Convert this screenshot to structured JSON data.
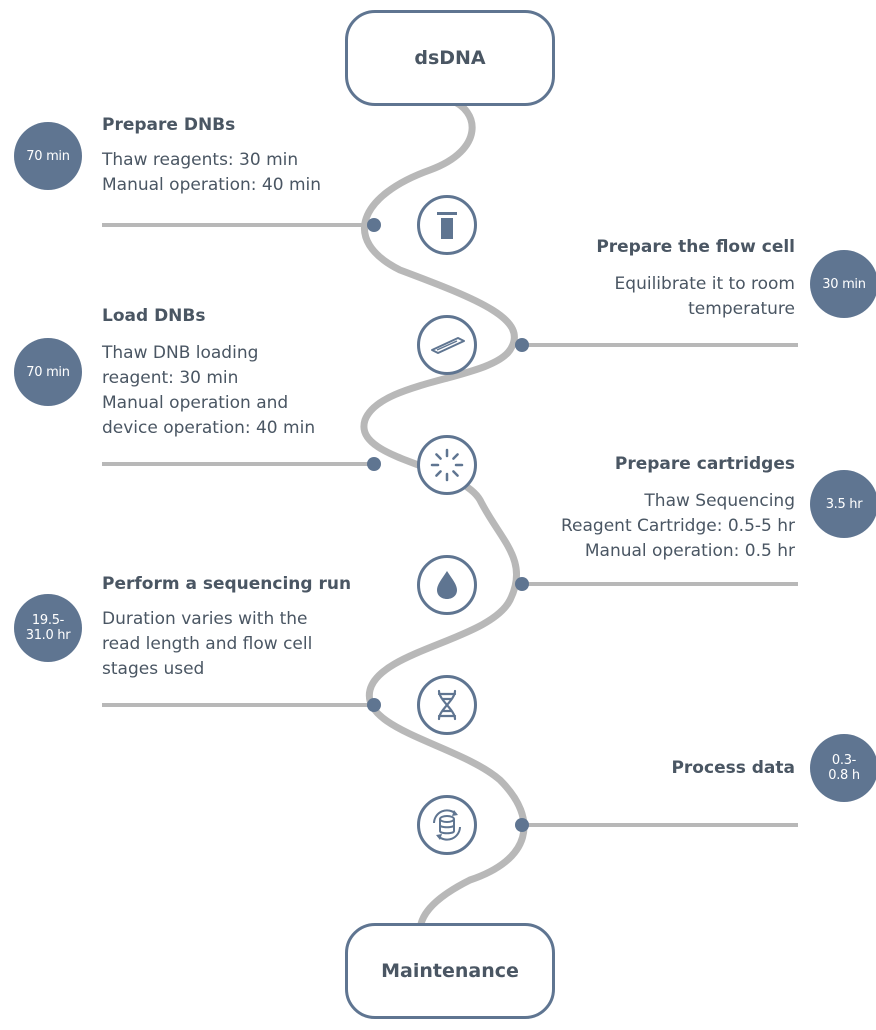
{
  "colors": {
    "accent": "#5f7591",
    "connector": "#b8b8b8",
    "text": "#4a5663",
    "badge_text": "#ffffff"
  },
  "start": {
    "label": "dsDNA"
  },
  "end": {
    "label": "Maintenance"
  },
  "steps": [
    {
      "title": "Prepare DNBs",
      "desc": [
        "Thaw reagents: 30 min",
        "Manual operation: 40 min"
      ],
      "badge": [
        "70 min"
      ],
      "icon": "tube-icon",
      "side": "left"
    },
    {
      "title": "Prepare the flow cell",
      "desc": [
        "Equilibrate it to room",
        "temperature"
      ],
      "badge": [
        "30 min"
      ],
      "icon": "flow-cell-icon",
      "side": "right"
    },
    {
      "title": "Load DNBs",
      "desc": [
        "Thaw DNB loading",
        "reagent: 30 min",
        "Manual operation and",
        "device operation: 40 min"
      ],
      "badge": [
        "70 min"
      ],
      "icon": "loading-spinner-icon",
      "side": "left"
    },
    {
      "title": "Prepare cartridges",
      "desc": [
        "Thaw Sequencing",
        "Reagent Cartridge: 0.5-5 hr",
        "Manual operation: 0.5 hr"
      ],
      "badge": [
        "3.5 hr"
      ],
      "icon": "droplet-icon",
      "side": "right"
    },
    {
      "title": "Perform a sequencing run",
      "desc": [
        "Duration varies with the",
        "read length and flow cell",
        "stages used"
      ],
      "badge": [
        "19.5-",
        "31.0 hr"
      ],
      "icon": "dna-icon",
      "side": "left"
    },
    {
      "title": "Process data",
      "desc": [],
      "badge": [
        "0.3-",
        "0.8 h"
      ],
      "icon": "database-sync-icon",
      "side": "right"
    }
  ]
}
